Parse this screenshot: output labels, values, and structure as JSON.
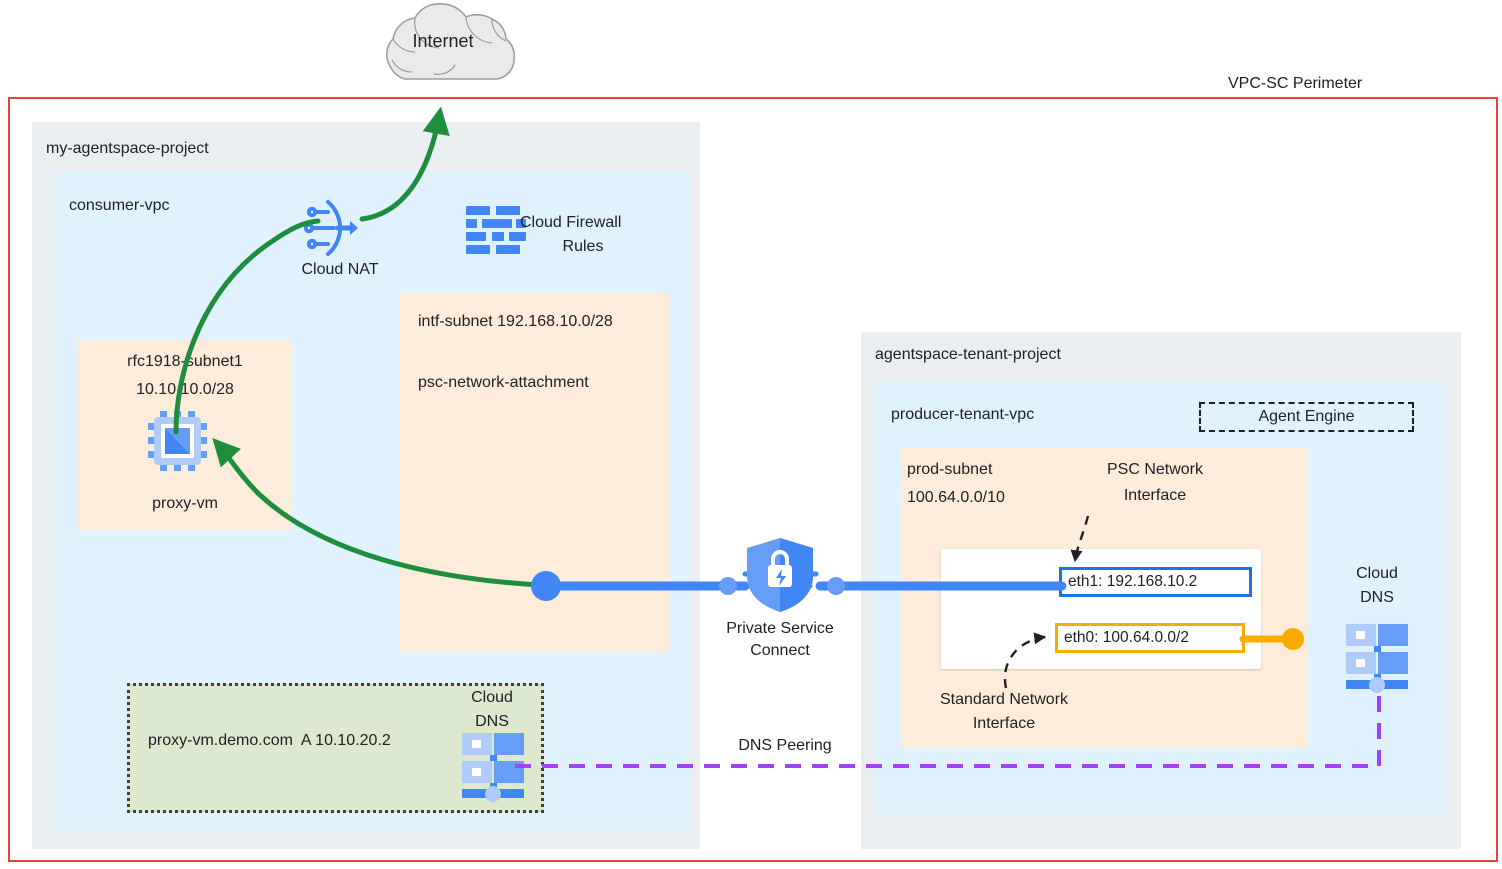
{
  "diagram": {
    "perimeter_label": "VPC-SC Perimeter",
    "internet_label": "Internet",
    "accent_colors": {
      "perimeter_red": "#ea4335",
      "project_gray": "#ebeef0",
      "vpc_blue": "#e0f2fd",
      "subnet_orange": "#fdecd9",
      "dns_zone_green": "#dde9ce",
      "flow_green": "#1e8e3e",
      "psc_blue": "#4285f4",
      "eth0_orange": "#f9ab00",
      "dns_peering_purple": "#a142f4"
    }
  },
  "consumer": {
    "project_label": "my-agentspace-project",
    "vpc_label": "consumer-vpc",
    "cloud_nat_label": "Cloud NAT",
    "firewall_label_line1": "Cloud Firewall",
    "firewall_label_line2": "Rules",
    "rfc1918_subnet_line1": "rfc1918-subnet1",
    "rfc1918_subnet_line2": "10.10.10.0/28",
    "proxy_vm_label": "proxy-vm",
    "intf_subnet_label": "intf-subnet 192.168.10.0/28",
    "psc_attachment_label": "psc-network-attachment",
    "dns_zone_record": "proxy-vm.demo.com  A 10.10.20.2",
    "dns_zone_icon_line1": "Cloud",
    "dns_zone_icon_line2": "DNS"
  },
  "middle": {
    "psc_label_line1": "Private Service",
    "psc_label_line2": "Connect",
    "dns_peering_label": "DNS Peering"
  },
  "tenant": {
    "project_label": "agentspace-tenant-project",
    "vpc_label": "producer-tenant-vpc",
    "agent_engine_label": "Agent Engine",
    "prod_subnet_line1": "prod-subnet",
    "prod_subnet_line2": "100.64.0.0/10",
    "psc_nic_label_line1": "PSC Network",
    "psc_nic_label_line2": "Interface",
    "std_nic_label_line1": "Standard Network",
    "std_nic_label_line2": "Interface",
    "eth1_chip": "eth1: 192.168.10.2",
    "eth0_chip": "eth0: 100.64.0.0/2",
    "cloud_dns_line1": "Cloud",
    "cloud_dns_line2": "DNS"
  },
  "icons": {
    "internet_cloud": "cloud-icon",
    "cloud_nat": "cloud-nat-icon",
    "cloud_firewall": "firewall-rules-icon",
    "proxy_vm": "vm-chip-icon",
    "private_service_connect": "shield-lock-icon",
    "cloud_dns_left": "cloud-dns-icon",
    "cloud_dns_right": "cloud-dns-icon"
  }
}
